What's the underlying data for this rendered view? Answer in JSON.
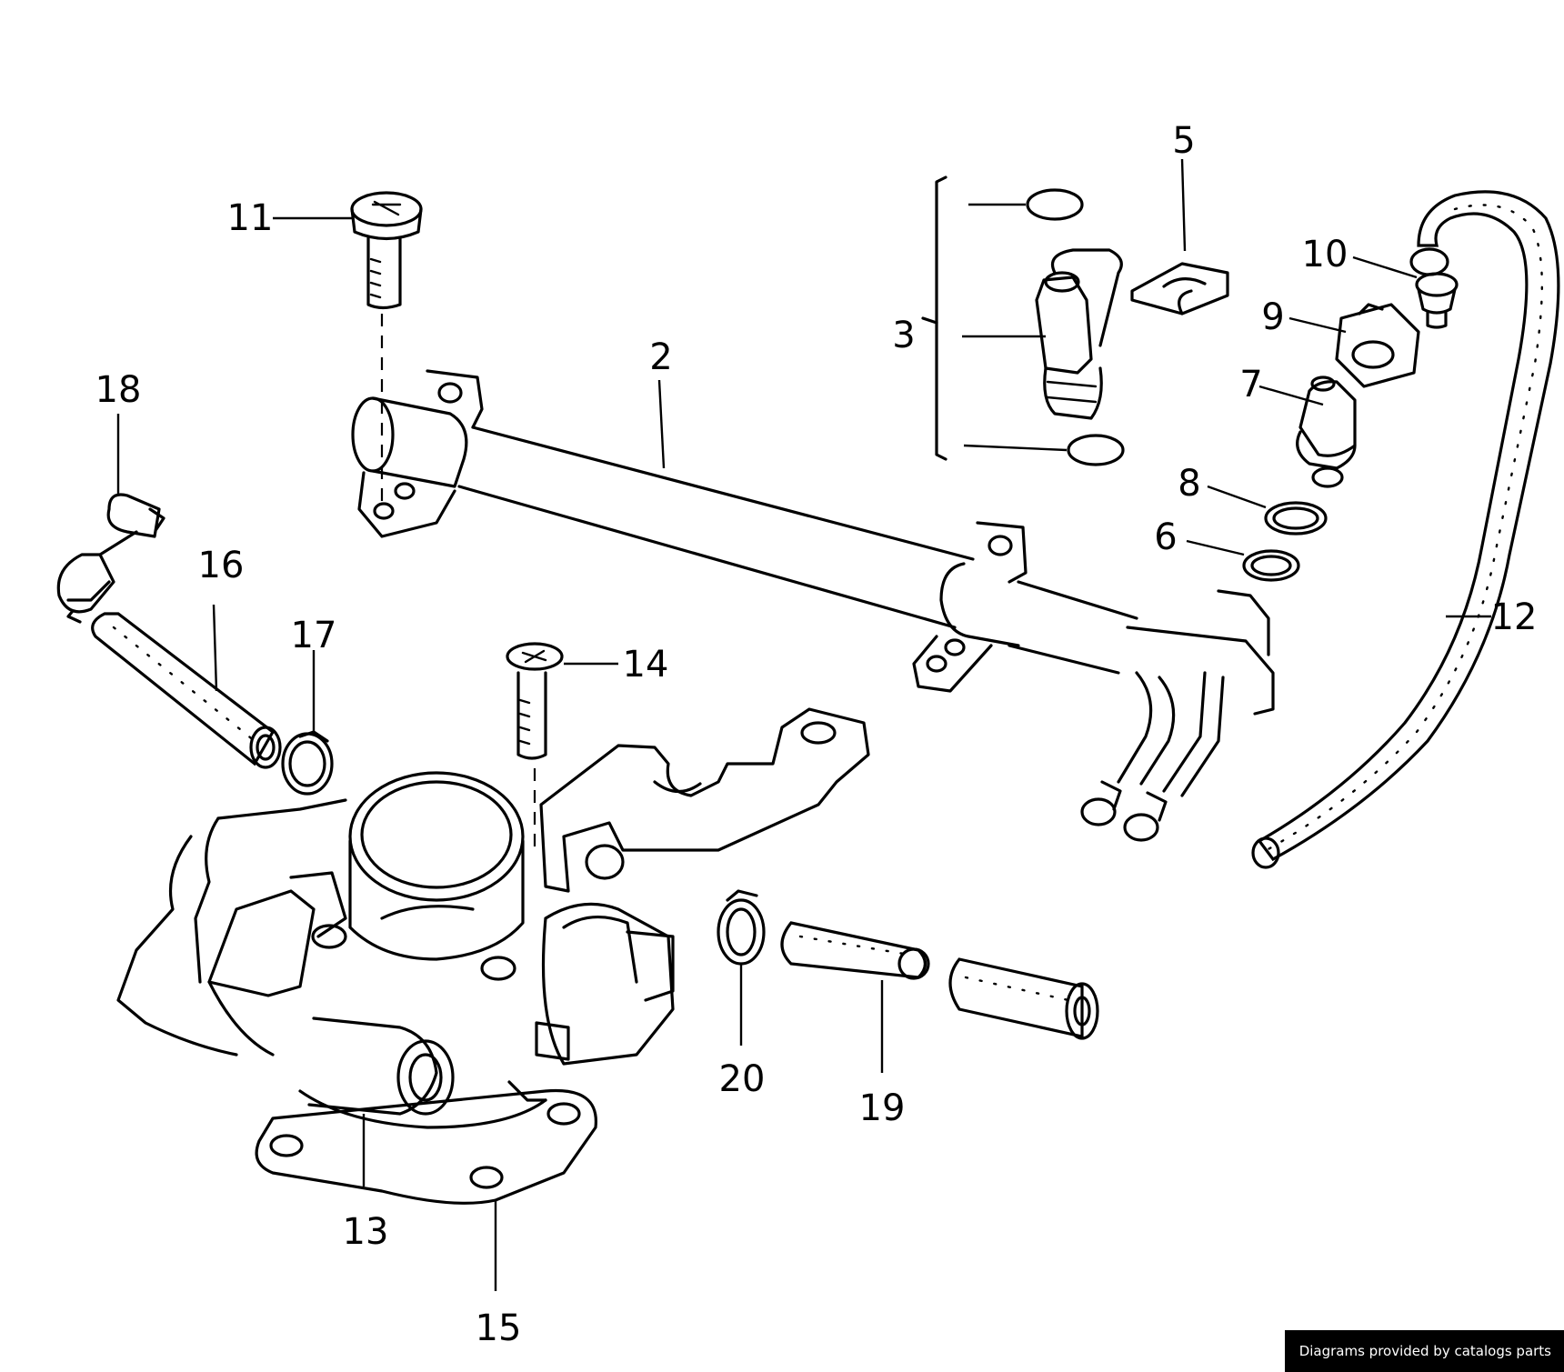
{
  "callouts": [
    "2",
    "3",
    "5",
    "6",
    "7",
    "8",
    "9",
    "10",
    "11",
    "12",
    "13",
    "14",
    "15",
    "16",
    "17",
    "18",
    "19",
    "20"
  ],
  "credit": "Diagrams provided by catalogs parts"
}
